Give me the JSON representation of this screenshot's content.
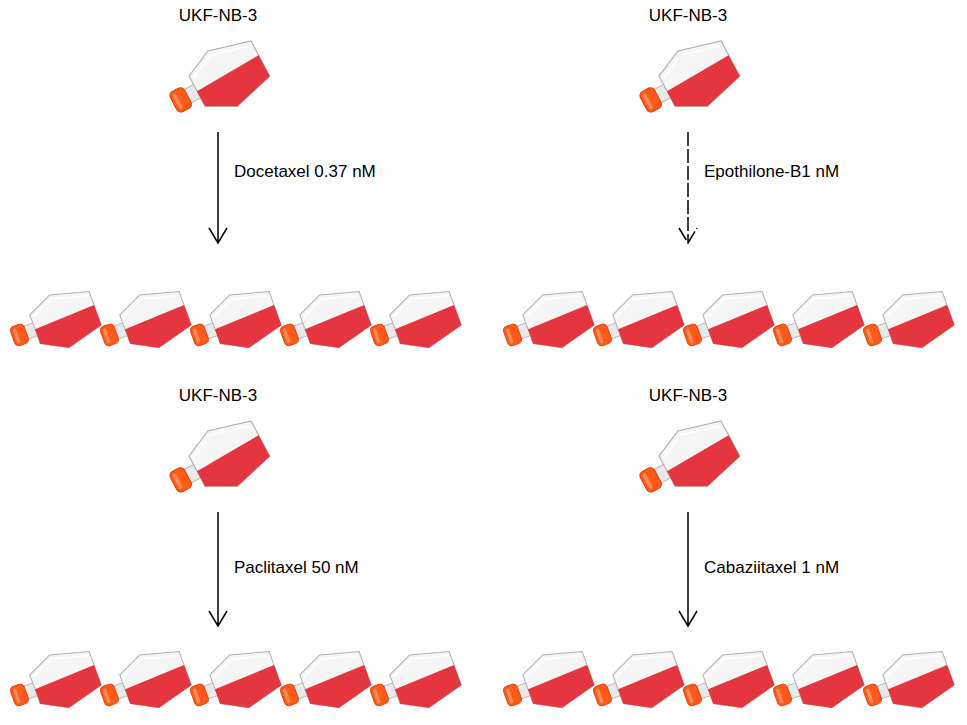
{
  "diagram": {
    "nodes": [
      {
        "text": [
          "UKF-NB-3"
        ]
      },
      {
        "text": [
          "UKF-NB-3"
        ]
      },
      {
        "text": [
          "UKF-NB-3"
        ]
      },
      {
        "text": [
          "UKF-NB-3"
        ]
      }
    ],
    "labels": [
      "Docetaxel 0.37 nM",
      "Epothilone-B1 nM",
      "Paclitaxel 50 nM",
      "Cabaziitaxel 1 nM"
    ]
  }
}
